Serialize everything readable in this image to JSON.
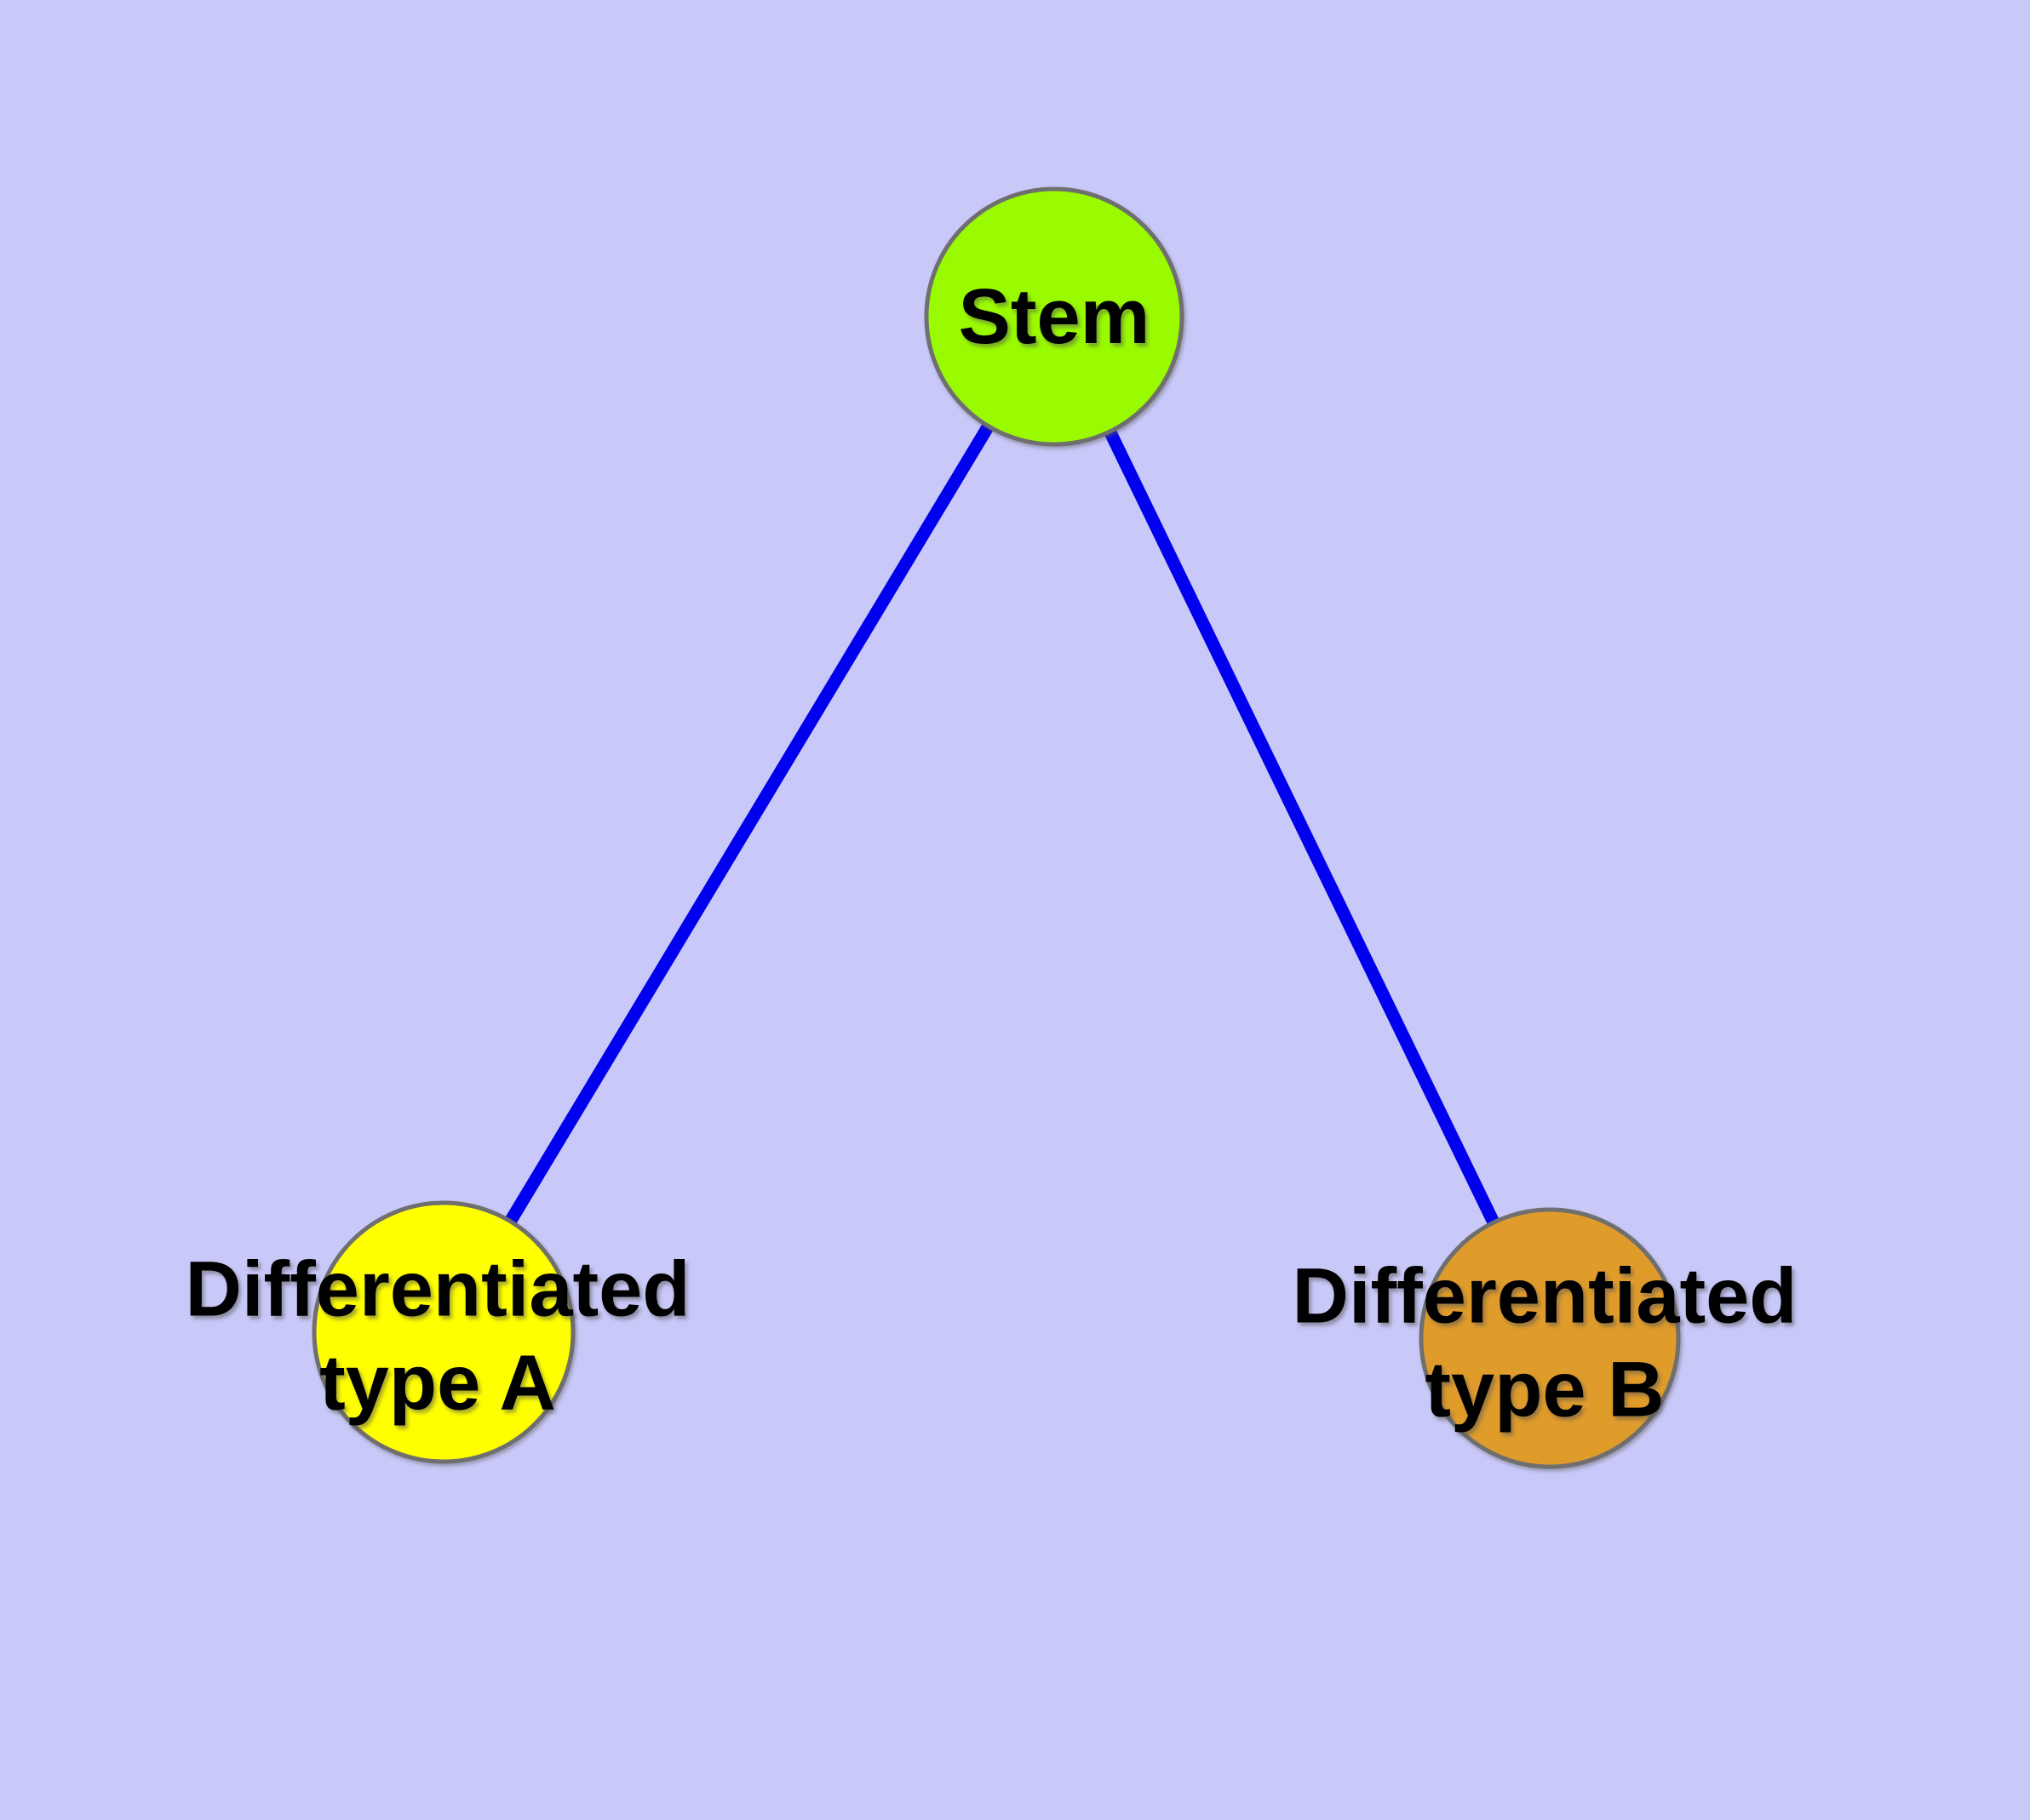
{
  "diagram": {
    "type": "node-link-graph",
    "description": "Stem cell differentiation diagram: one stem node branching to two differentiated cell types",
    "colors": {
      "background": "#C9C9F9",
      "edge": "#0000EE",
      "node_border": "#6F6F6F",
      "text": "#000000"
    },
    "nodes": [
      {
        "id": "stem",
        "label": "Stem",
        "color": "#9AFB00"
      },
      {
        "id": "diff-a",
        "label": "Differentiated\ntype A",
        "color": "#FFFF00"
      },
      {
        "id": "diff-b",
        "label": "Differentiated\ntype B",
        "color": "#E09C2B"
      }
    ],
    "edges": [
      {
        "from": "Stem",
        "to": "Differentiated type A"
      },
      {
        "from": "Stem",
        "to": "Differentiated type B"
      }
    ]
  }
}
